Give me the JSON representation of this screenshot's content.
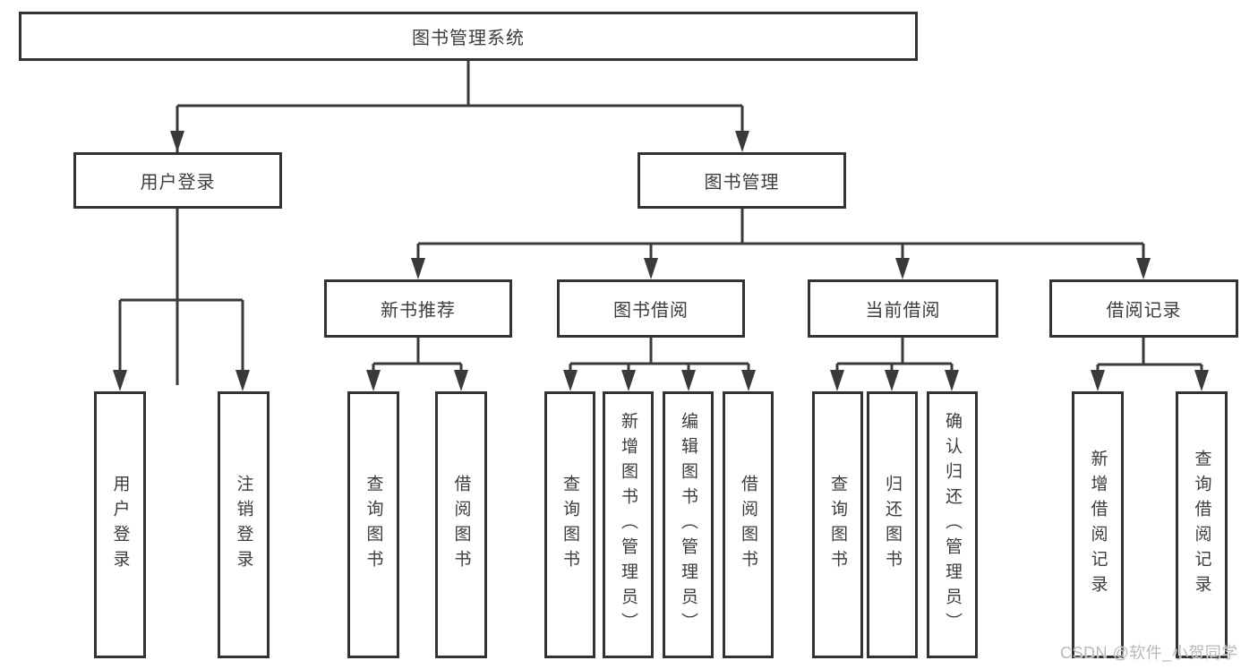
{
  "diagram": {
    "title": "图书管理系统",
    "root": {
      "label": "图书管理系统"
    },
    "branches": [
      {
        "label": "用户登录",
        "leaves": [
          {
            "label": "用户登录"
          },
          {
            "label": "注销登录"
          }
        ]
      },
      {
        "label": "图书管理",
        "groups": [
          {
            "label": "新书推荐",
            "leaves": [
              {
                "label": "查询图书"
              },
              {
                "label": "借阅图书"
              }
            ]
          },
          {
            "label": "图书借阅",
            "leaves": [
              {
                "label": "查询图书"
              },
              {
                "label": "新增图书（管理员）"
              },
              {
                "label": "编辑图书（管理员）"
              },
              {
                "label": "借阅图书"
              }
            ]
          },
          {
            "label": "当前借阅",
            "leaves": [
              {
                "label": "查询图书"
              },
              {
                "label": "归还图书"
              },
              {
                "label": "确认归还（管理员）"
              }
            ]
          },
          {
            "label": "借阅记录",
            "leaves": [
              {
                "label": "新增借阅记录"
              },
              {
                "label": "查询借阅记录"
              }
            ]
          }
        ]
      }
    ],
    "colors": {
      "line": "#3a3a3a",
      "box_border": "#333333",
      "text": "#3d3d3d",
      "watermark": "#b9b9b9",
      "background": "#ffffff"
    }
  },
  "watermark": {
    "text": "CSDN @软件_小贺同学"
  }
}
